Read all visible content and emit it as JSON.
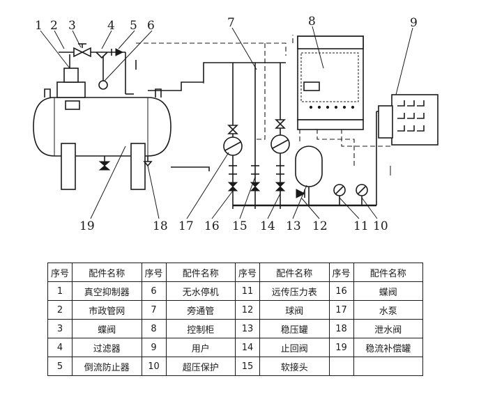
{
  "callouts": [
    {
      "label": "1",
      "name": "真空抑制器"
    },
    {
      "label": "2",
      "name": "市政管网"
    },
    {
      "label": "3",
      "name": "蝶阀"
    },
    {
      "label": "4",
      "name": "过滤器"
    },
    {
      "label": "5",
      "name": "倒流防止器"
    },
    {
      "label": "6",
      "name": "无水停机"
    },
    {
      "label": "7",
      "name": "旁通管"
    },
    {
      "label": "8",
      "name": "控制柜"
    },
    {
      "label": "9",
      "name": "用户"
    },
    {
      "label": "10",
      "name": "超压保护"
    },
    {
      "label": "11",
      "name": "远传压力表"
    },
    {
      "label": "12",
      "name": "球阀"
    },
    {
      "label": "13",
      "name": "稳压罐"
    },
    {
      "label": "14",
      "name": "止回阀"
    },
    {
      "label": "15",
      "name": "软接头"
    },
    {
      "label": "16",
      "name": "蝶阀"
    },
    {
      "label": "17",
      "name": "水泵"
    },
    {
      "label": "18",
      "name": "泄水阀"
    },
    {
      "label": "19",
      "name": "稳流补偿罐"
    }
  ],
  "table": {
    "headers": [
      "序号",
      "配件名称",
      "序号",
      "配件名称",
      "序号",
      "配件名称",
      "序号",
      "配件名称"
    ],
    "rows": [
      [
        "1",
        "真空抑制器",
        "6",
        "无水停机",
        "11",
        "远传压力表",
        "16",
        "蝶阀"
      ],
      [
        "2",
        "市政管网",
        "7",
        "旁通管",
        "12",
        "球阀",
        "17",
        "水泵"
      ],
      [
        "3",
        "蝶阀",
        "8",
        "控制柜",
        "13",
        "稳压罐",
        "18",
        "泄水阀"
      ],
      [
        "4",
        "过滤器",
        "9",
        "用户",
        "14",
        "止回阀",
        "19",
        "稳流补偿罐"
      ],
      [
        "5",
        "倒流防止器",
        "10",
        "超压保护",
        "15",
        "软接头",
        "",
        ""
      ]
    ]
  }
}
